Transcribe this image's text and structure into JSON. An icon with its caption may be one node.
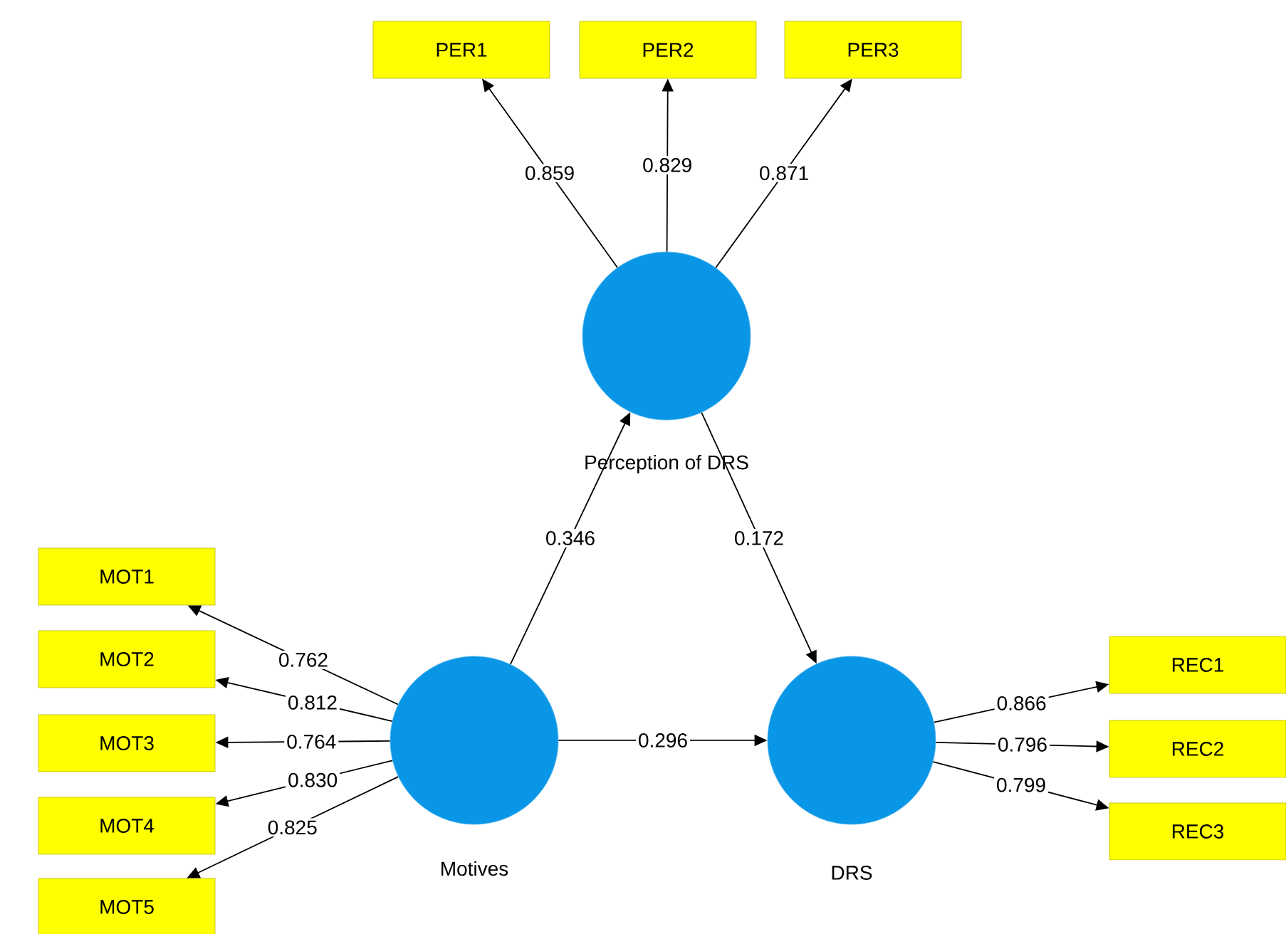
{
  "diagram": {
    "nodes": [
      {
        "text": [
          "PER1"
        ]
      },
      {
        "text": [
          "PER2"
        ]
      },
      {
        "text": [
          "PER3"
        ]
      },
      {
        "text": [
          "Perception of DRS"
        ]
      },
      {
        "text": [
          "MOT1"
        ]
      },
      {
        "text": [
          "MOT2"
        ]
      },
      {
        "text": [
          "MOT3"
        ]
      },
      {
        "text": [
          "MOT4"
        ]
      },
      {
        "text": [
          "MOT5"
        ]
      },
      {
        "text": [
          "Motives"
        ]
      },
      {
        "text": [
          "DRS"
        ]
      },
      {
        "text": [
          "REC1"
        ]
      },
      {
        "text": [
          "REC2"
        ]
      },
      {
        "text": [
          "REC3"
        ]
      }
    ],
    "edges": [
      {
        "from": 3,
        "to": 0,
        "arrow": "to",
        "label": "0.859"
      },
      {
        "from": 3,
        "to": 1,
        "arrow": "to",
        "label": "0.829"
      },
      {
        "from": 3,
        "to": 2,
        "arrow": "to",
        "label": "0.871"
      },
      {
        "from": 9,
        "to": 3,
        "arrow": "to",
        "label": "0.346"
      },
      {
        "from": 3,
        "to": 10,
        "arrow": "to",
        "label": "0.172"
      },
      {
        "from": 9,
        "to": 4,
        "arrow": "to",
        "label": "0.762"
      },
      {
        "from": 9,
        "to": 5,
        "arrow": "to",
        "label": "0.812"
      },
      {
        "from": 9,
        "to": 6,
        "arrow": "to",
        "label": "0.764"
      },
      {
        "from": 9,
        "to": 7,
        "arrow": "to",
        "label": "0.830"
      },
      {
        "from": 9,
        "to": 8,
        "arrow": "to",
        "label": "0.825"
      },
      {
        "from": 9,
        "to": 10,
        "arrow": "to",
        "label": "0.296"
      },
      {
        "from": 10,
        "to": 11,
        "arrow": "to",
        "label": "0.866"
      },
      {
        "from": 10,
        "to": 12,
        "arrow": "to",
        "label": "0.796"
      },
      {
        "from": 10,
        "to": 13,
        "arrow": "to",
        "label": "0.799"
      }
    ]
  }
}
